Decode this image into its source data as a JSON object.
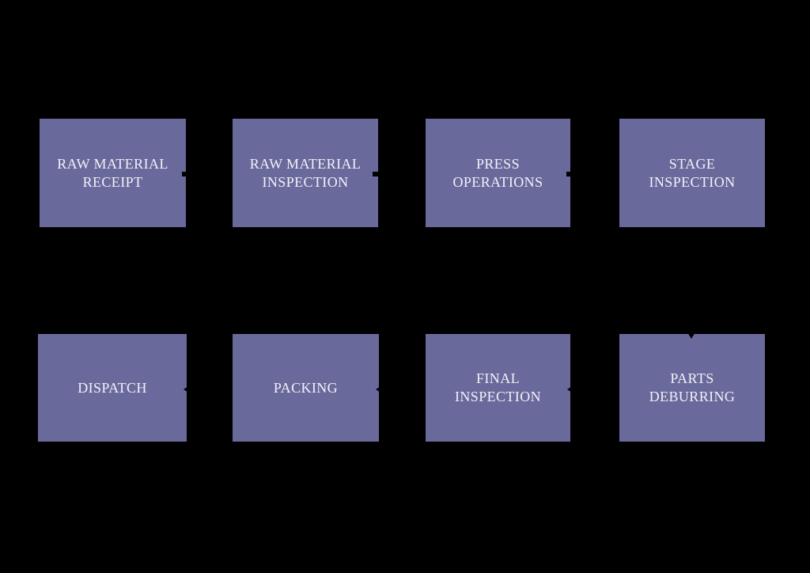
{
  "diagram": {
    "type": "process-flowchart",
    "nodes": [
      {
        "id": "raw-material-receipt",
        "label": "RAW MATERIAL\nRECEIPT"
      },
      {
        "id": "raw-material-inspection",
        "label": "RAW MATERIAL\nINSPECTION"
      },
      {
        "id": "press-operations",
        "label": "PRESS\nOPERATIONS"
      },
      {
        "id": "stage-inspection",
        "label": "STAGE\nINSPECTION"
      },
      {
        "id": "dispatch",
        "label": "DISPATCH"
      },
      {
        "id": "packing",
        "label": "PACKING"
      },
      {
        "id": "final-inspection",
        "label": "FINAL\nINSPECTION"
      },
      {
        "id": "parts-deburring",
        "label": "PARTS\nDEBURRING"
      }
    ],
    "arrows": [
      {
        "from": "raw-material-receipt",
        "to": "raw-material-inspection",
        "direction": "right"
      },
      {
        "from": "raw-material-inspection",
        "to": "press-operations",
        "direction": "right"
      },
      {
        "from": "press-operations",
        "to": "stage-inspection",
        "direction": "right"
      },
      {
        "from": "stage-inspection",
        "to": "parts-deburring",
        "direction": "down"
      },
      {
        "from": "parts-deburring",
        "to": "final-inspection",
        "direction": "left"
      },
      {
        "from": "final-inspection",
        "to": "packing",
        "direction": "left"
      },
      {
        "from": "packing",
        "to": "dispatch",
        "direction": "left"
      }
    ]
  },
  "colors": {
    "background": "#000000",
    "node_fill": "#6a699c",
    "node_text": "#f2f1f8",
    "connector": "#000000"
  }
}
